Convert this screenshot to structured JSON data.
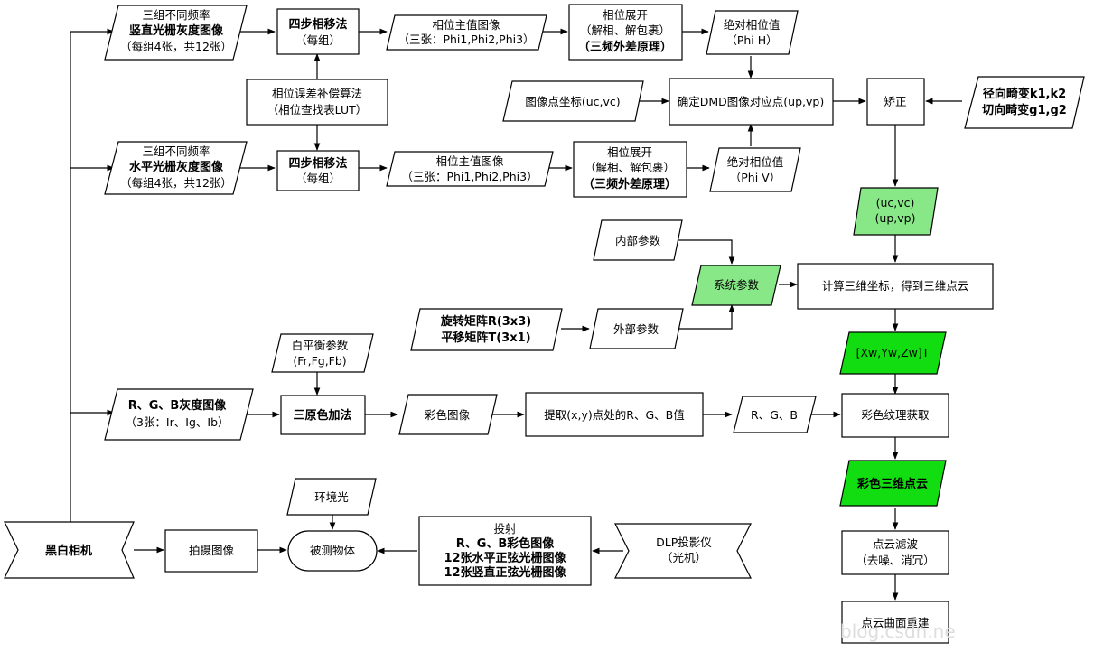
{
  "nodes": {
    "gray_vertical": {
      "line1": "三组不同频率",
      "line2": "竖直光栅灰度图像",
      "line3": "（每组4张，共12张）"
    },
    "four_step_top": {
      "line1": "四步相移法",
      "line2": "（每组）"
    },
    "wrapped_phase_top": {
      "line1": "相位主值图像",
      "line2": "（三张：Phi1,Phi2,Phi3）"
    },
    "unwrap_top": {
      "line1": "相位展开",
      "line2": "（解相、解包裹）",
      "line3": "（三频外差原理）"
    },
    "abs_phase_h": {
      "line1": "绝对相位值",
      "line2": "（Phi H）"
    },
    "phase_error_comp": {
      "line1": "相位误差补偿算法",
      "line2": "（相位查找表LUT）"
    },
    "image_point_coords": {
      "text": "图像点坐标(uc,vc)"
    },
    "dmd_correspondence": {
      "text": "确定DMD图像对应点(up,vp)"
    },
    "rectify": {
      "text": "矫正"
    },
    "distortion": {
      "line1": "径向畸变k1,k2",
      "line2": "切向畸变g1,g2"
    },
    "gray_horizontal": {
      "line1": "三组不同频率",
      "line2": "水平光栅灰度图像",
      "line3": "（每组4张，共12张）"
    },
    "four_step_bottom": {
      "line1": "四步相移法",
      "line2": "（每组）"
    },
    "wrapped_phase_bottom": {
      "line1": "相位主值图像",
      "line2": "（三张：Phi1,Phi2,Phi3）"
    },
    "unwrap_bottom": {
      "line1": "相位展开",
      "line2": "（解相、解包裹）",
      "line3": "（三频外差原理）"
    },
    "abs_phase_v": {
      "line1": "绝对相位值",
      "line2": "（Phi V）"
    },
    "point_pair": {
      "line1": "(uc,vc)",
      "line2": "(up,vp)"
    },
    "intrinsics": {
      "text": "内部参数"
    },
    "system_params": {
      "text": "系统参数"
    },
    "compute_3d": {
      "text": "计算三维坐标，得到三维点云"
    },
    "rotation_translation": {
      "line1": "旋转矩阵R(3x3)",
      "line2": "平移矩阵T(3x1)"
    },
    "extrinsics": {
      "text": "外部参数"
    },
    "world_coords": {
      "text": "[Xw,Yw,Zw]T"
    },
    "white_balance": {
      "line1": "白平衡参数",
      "line2": "(Fr,Fg,Fb)"
    },
    "rgb_gray": {
      "line1": "R、G、B灰度图像",
      "line2": "（3张：Ir、Ig、Ib）"
    },
    "additive_mixing": {
      "text": "三原色加法"
    },
    "color_image": {
      "text": "彩色图像"
    },
    "extract_rgb": {
      "text": "提取(x,y)点处的R、G、B值"
    },
    "rgb_values": {
      "text": "R、G、B"
    },
    "color_texture": {
      "text": "彩色纹理获取"
    },
    "color_point_cloud": {
      "text": "彩色三维点云"
    },
    "ambient_light": {
      "text": "环境光"
    },
    "mono_camera": {
      "text": "黑白相机"
    },
    "capture_image": {
      "text": "拍摄图像"
    },
    "measured_object": {
      "text": "被测物体"
    },
    "projection": {
      "line1": "投射",
      "line2": "R、G、B彩色图像",
      "line3": "12张水平正弦光栅图像",
      "line4": "12张竖直正弦光栅图像"
    },
    "dlp_projector": {
      "line1": "DLP投影仪",
      "line2": "（光机）"
    },
    "point_cloud_filter": {
      "line1": "点云滤波",
      "line2": "（去噪、消冗）"
    },
    "surface_reconstruction": {
      "text": "点云曲面重建"
    }
  },
  "watermark": {
    "text": "blog.csdn.ne"
  },
  "colors": {
    "light_green": "#88e888",
    "dark_green": "#11dd11",
    "line": "#000000",
    "background": "#ffffff"
  }
}
